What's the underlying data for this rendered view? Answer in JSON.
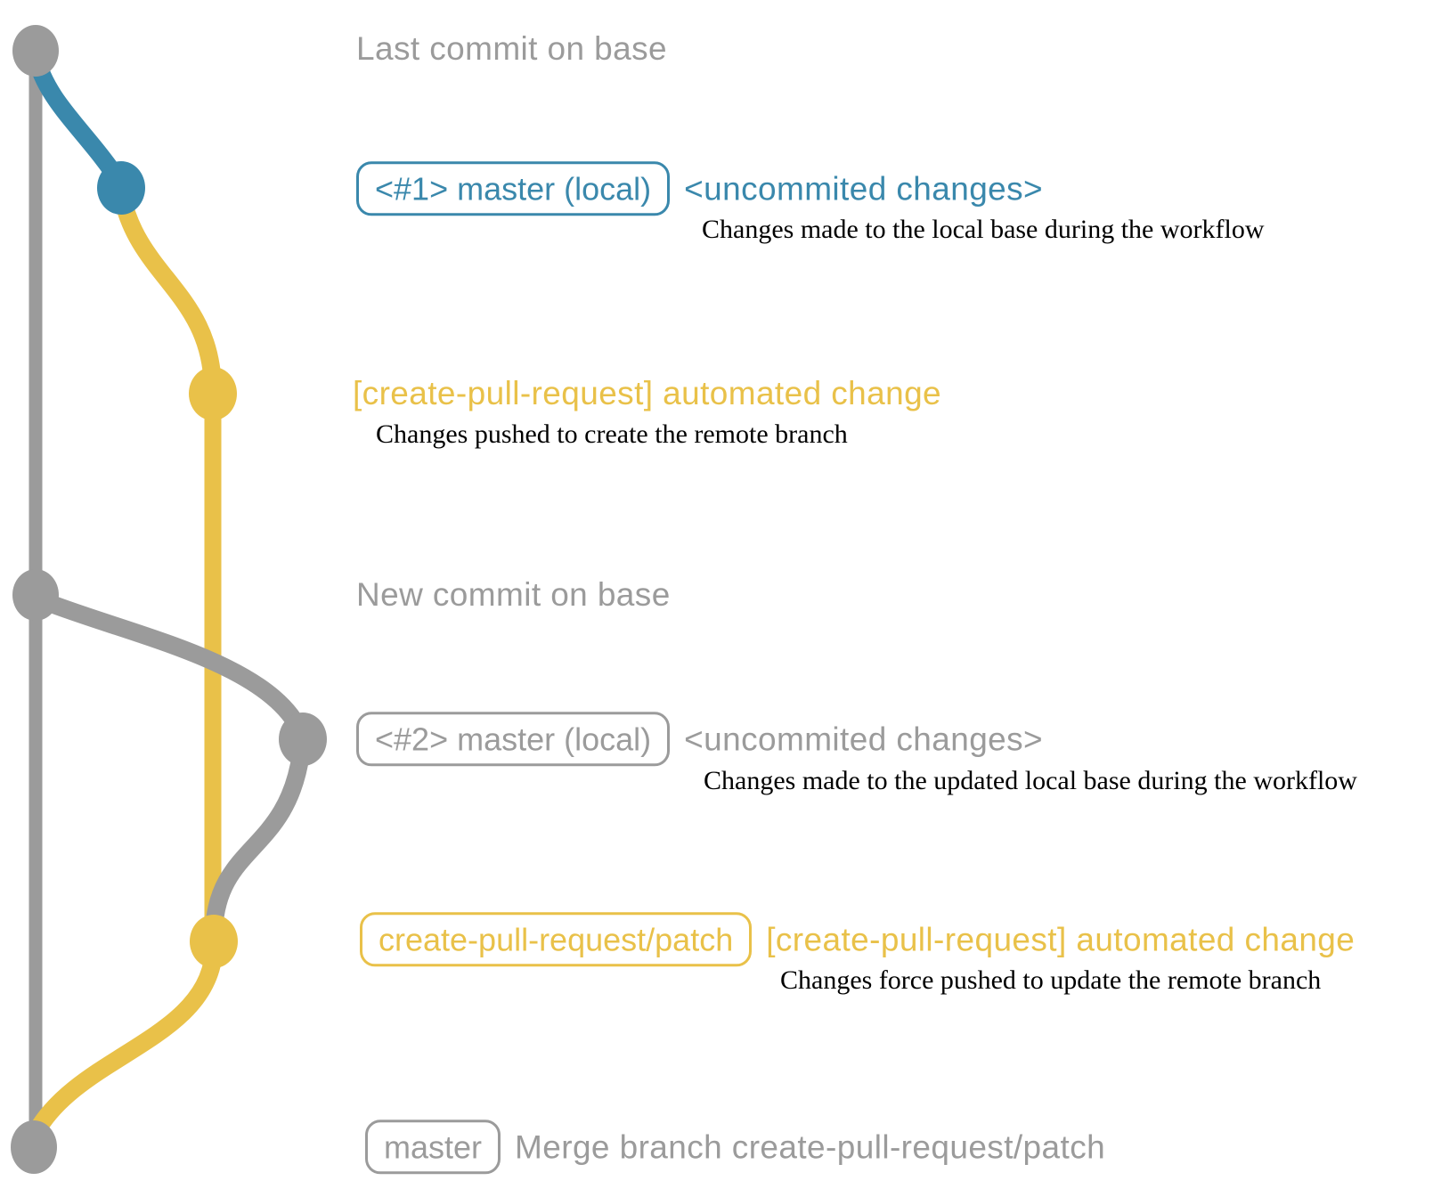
{
  "colors": {
    "gray": "#9b9b9b",
    "blue": "#3a88ac",
    "yellow": "#e9c149",
    "ink": "#000000"
  },
  "rows": {
    "last_commit": {
      "label": "Last commit on base"
    },
    "local1": {
      "badge": "<#1> master (local)",
      "status": "<uncommited changes>",
      "note": "Changes made to the local base during the workflow"
    },
    "push1": {
      "label": "[create-pull-request] automated change",
      "note": "Changes pushed to create the remote branch"
    },
    "new_commit": {
      "label": "New commit on base"
    },
    "local2": {
      "badge": "<#2> master (local)",
      "status": "<uncommited changes>",
      "note": "Changes made to the updated local base during the workflow"
    },
    "push2": {
      "badge": "create-pull-request/patch",
      "label": "[create-pull-request] automated change",
      "note": "Changes force pushed to update the remote branch"
    },
    "merge": {
      "badge": "master",
      "label": "Merge branch create-pull-request/patch"
    }
  }
}
